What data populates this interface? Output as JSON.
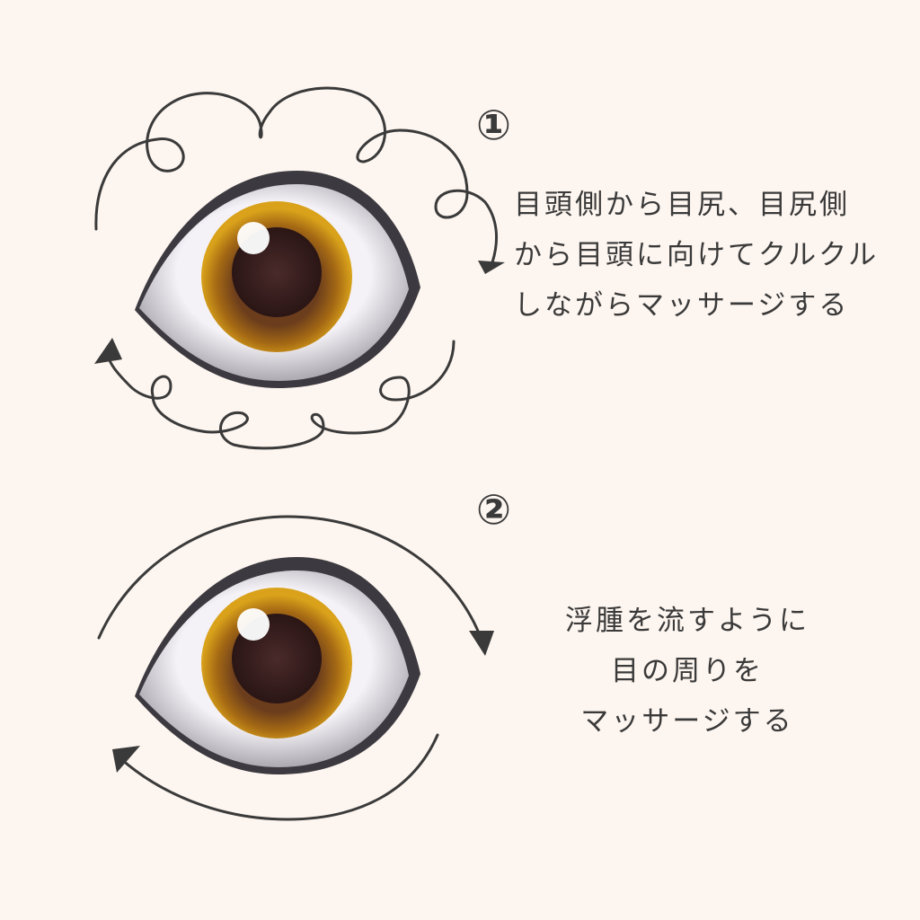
{
  "step1": {
    "number": "①",
    "lines": [
      "目頭側から目尻、目尻側",
      "から目頭に向けてクルクル",
      "しながらマッサージする"
    ]
  },
  "step2": {
    "number": "②",
    "lines": [
      "浮腫を流すように",
      "目の周りを",
      "マッサージする"
    ]
  },
  "colors": {
    "background": "#fdf5ef",
    "stroke": "#3a3a3a",
    "iris": "#8a5a1a",
    "pupil": "#3b1f1f"
  }
}
